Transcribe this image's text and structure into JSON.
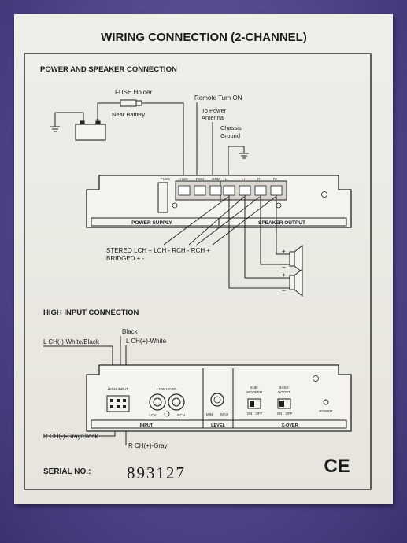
{
  "title": "WIRING CONNECTION (2-CHANNEL)",
  "section1": {
    "heading": "POWER AND SPEAKER CONNECTION",
    "fuse_holder": "FUSE Holder",
    "near_battery": "Near Battery",
    "remote_turn_on": "Remote Turn ON",
    "to_power_antenna_line1": "To Power",
    "to_power_antenna_line2": "Antenna",
    "chassis_line1": "Chassis",
    "chassis_line2": "Ground",
    "panel_labels": {
      "fuse": "FUSE",
      "plus12v": "+12V",
      "rem": "REM",
      "gnd": "GND",
      "lr": "L-",
      "lplus": "L+",
      "rminus": "R-",
      "rplus": "R+"
    },
    "power_supply": "POWER SUPPLY",
    "speaker_output": "SPEAKER OUTPUT",
    "stereo_row": "STEREO LCH + LCH -  RCH - RCH +",
    "bridged_row": "BRIDGED   +                    -"
  },
  "section2": {
    "heading": "HIGH INPUT CONNECTION",
    "black": "Black",
    "lch_minus": "L CH(-)-White/Black",
    "lch_plus": "L CH(+)-White",
    "rch_minus": "R CH(-)-Gray/Black",
    "rch_plus": "R CH(+)-Gray",
    "high_input": "HIGH INPUT",
    "low_level": "LOW LEVEL",
    "lch": "LCH",
    "rch": "RCH",
    "input": "INPUT",
    "min": "MIN",
    "max": "MAX",
    "level": "LEVEL",
    "sub_woofer_line1": "SUB-",
    "sub_woofer_line2": "WOOFER",
    "bass_boost_line1": "BASS-",
    "bass_boost_line2": "BOOST",
    "on": "ON",
    "off": "OFF",
    "power": "POWER",
    "xover": "X-OVER"
  },
  "serial_label": "SERIAL NO.:",
  "serial_value": "893127",
  "ce_mark": "CE"
}
